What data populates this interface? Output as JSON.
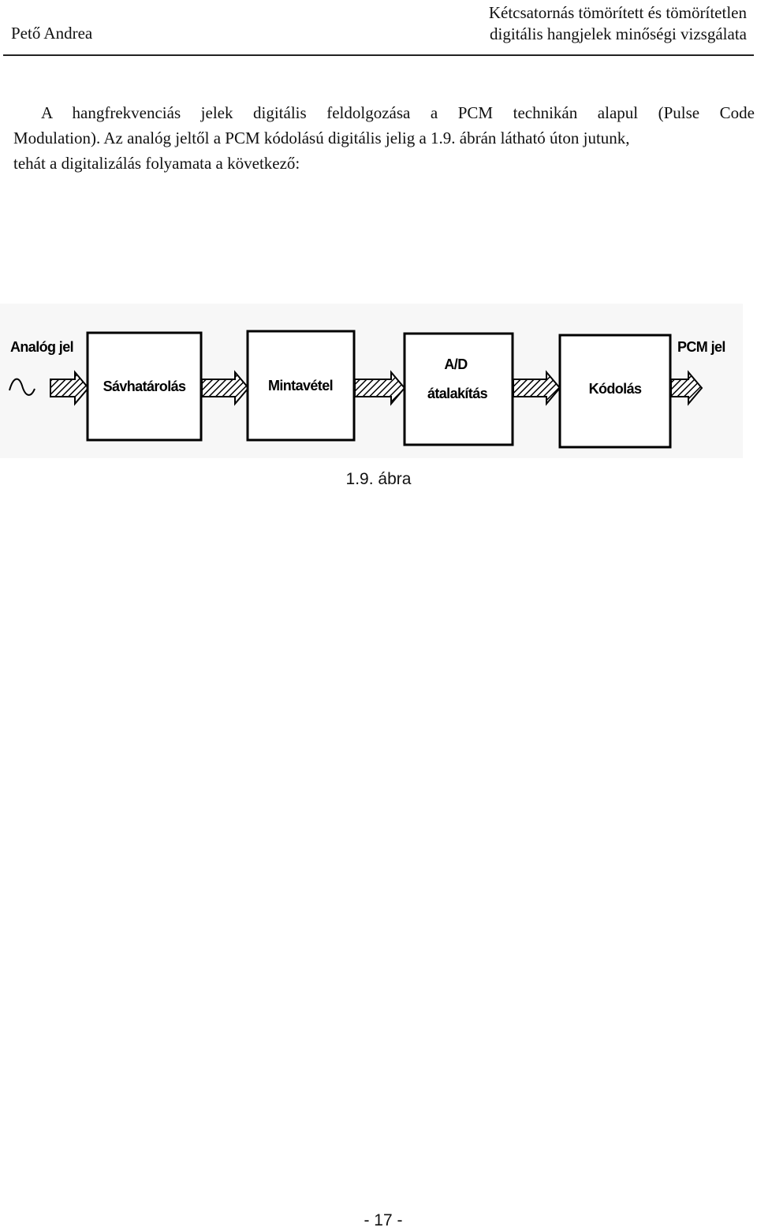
{
  "header": {
    "author": "Pető Andrea",
    "title_line1": "Kétcsatornás tömörített és tömörítetlen",
    "title_line2": "digitális hangjelek minőségi vizsgálata"
  },
  "paragraph": {
    "line1": "A hangfrekvenciás jelek digitális feldolgozása a PCM technikán alapul (Pulse Code",
    "line2": "Modulation). Az analóg jeltől a PCM kódolású digitális jelig a 1.9. ábrán látható úton jutunk,",
    "line3": "tehát a digitalizálás folyamata a következő:"
  },
  "figure": {
    "input_label": "Analóg jel",
    "output_label": "PCM jel",
    "blocks": [
      {
        "label": "Sávhatárolás"
      },
      {
        "label": "Mintavétel"
      },
      {
        "label_line1": "A/D",
        "label_line2": "átalakítás"
      },
      {
        "label": "Kódolás"
      }
    ],
    "caption": "1.9. ábra"
  },
  "footer": {
    "page_number": "- 17 -"
  }
}
